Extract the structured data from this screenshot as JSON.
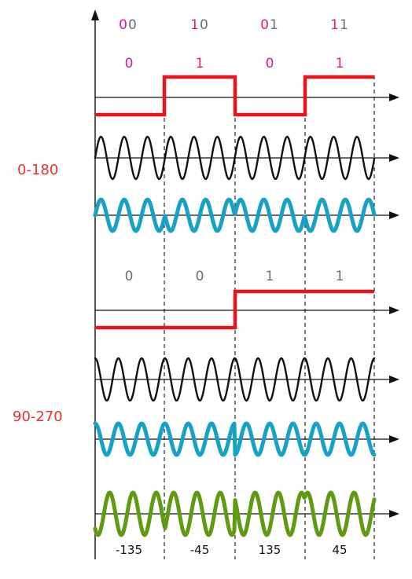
{
  "top_pairs": [
    {
      "first": "0",
      "second": "0"
    },
    {
      "first": "1",
      "second": "0"
    },
    {
      "first": "0",
      "second": "1"
    },
    {
      "first": "1",
      "second": "1"
    }
  ],
  "top_bits": [
    "0",
    "1",
    "0",
    "1"
  ],
  "section_labels": [
    "0-180",
    "90-270"
  ],
  "second_bits": [
    "0",
    "0",
    "1",
    "1"
  ],
  "phase_labels": [
    "-135",
    "-45",
    "135",
    "45"
  ],
  "colors": {
    "square_wave": "#e8151b",
    "carrier_black": "#111111",
    "carrier_blue": "#16a1c6",
    "carrier_green": "#5e9a12",
    "magenta": "#e4187e",
    "gray": "#6d6d6d",
    "side_label": "#e8322f"
  }
}
